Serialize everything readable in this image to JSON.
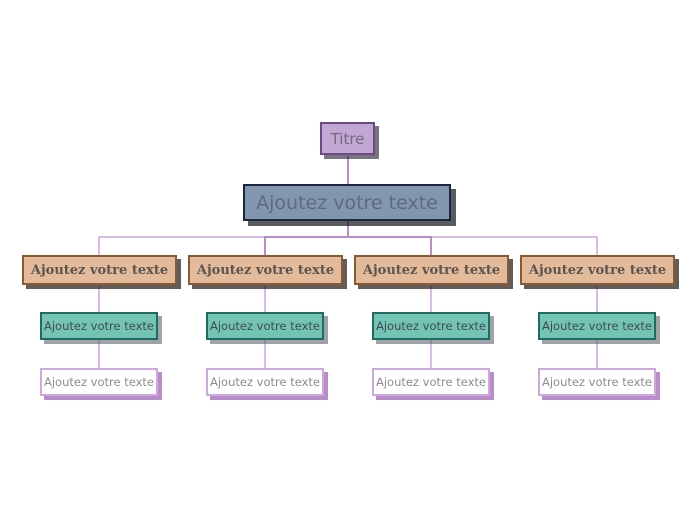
{
  "diagram": {
    "type": "organizational-tree",
    "background_color": "#ffffff",
    "levels": 5,
    "columns": 4
  },
  "colors": {
    "title_fill": "#c3a6d4",
    "title_border": "#6b4a86",
    "main_fill": "#8296ae",
    "main_border": "#1b2640",
    "tan_fill": "#e3bb9a",
    "tan_border": "#8a5a33",
    "teal_fill": "#74c4b4",
    "teal_border": "#1d6b63",
    "white_fill": "#ffffff",
    "white_border": "#cdaade",
    "connector": "#b98ccc",
    "connector_light": "#d7bbe4"
  },
  "nodes": {
    "title": {
      "label": "Titre"
    },
    "main": {
      "label": "Ajoutez votre texte"
    },
    "branches": [
      {
        "tan": "Ajoutez votre texte",
        "teal": "Ajoutez votre texte",
        "white": "Ajoutez votre texte"
      },
      {
        "tan": "Ajoutez votre texte",
        "teal": "Ajoutez votre texte",
        "white": "Ajoutez votre texte"
      },
      {
        "tan": "Ajoutez votre texte",
        "teal": "Ajoutez votre texte",
        "white": "Ajoutez votre texte"
      },
      {
        "tan": "Ajoutez votre texte",
        "teal": "Ajoutez votre texte",
        "white": "Ajoutez votre texte"
      }
    ]
  }
}
